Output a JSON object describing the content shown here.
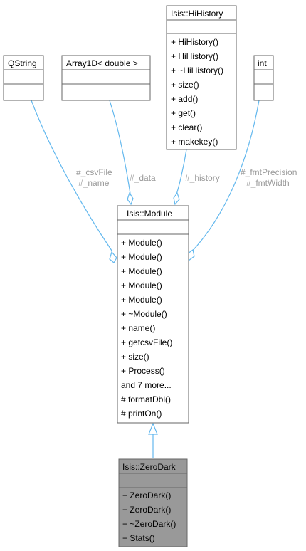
{
  "colors": {
    "edge": "#63b8ee",
    "box_border": "#666666",
    "box_fill": "#ffffff",
    "focus_fill": "#999999",
    "focus_border": "#666666",
    "label": "#9a9a9a"
  },
  "classes": {
    "qstring": {
      "title": "QString",
      "members": []
    },
    "array1d": {
      "title": "Array1D< double >",
      "members": []
    },
    "hihistory": {
      "title": "Isis::HiHistory",
      "members": [
        "+ HiHistory()",
        "+ HiHistory()",
        "+ ~HiHistory()",
        "+ size()",
        "+ add()",
        "+ get()",
        "+ clear()",
        "+ makekey()"
      ]
    },
    "int": {
      "title": "int",
      "members": []
    },
    "module": {
      "title": "Isis::Module",
      "members": [
        "+ Module()",
        "+ Module()",
        "+ Module()",
        "+ Module()",
        "+ Module()",
        "+ ~Module()",
        "+ name()",
        "+ getcsvFile()",
        "+ size()",
        "+ Process()",
        "and 7 more...",
        "# formatDbl()",
        "# printOn()"
      ]
    },
    "zerodark": {
      "title": "Isis::ZeroDark",
      "members": [
        "+ ZeroDark()",
        "+ ZeroDark()",
        "+ ~ZeroDark()",
        "+ Stats()"
      ]
    }
  },
  "edges": {
    "qstring_label_1": "#_csvFile",
    "qstring_label_2": "#_name",
    "array_label": "#_data",
    "history_label": "#_history",
    "int_label_1": "#_fmtPrecision",
    "int_label_2": "#_fmtWidth"
  }
}
